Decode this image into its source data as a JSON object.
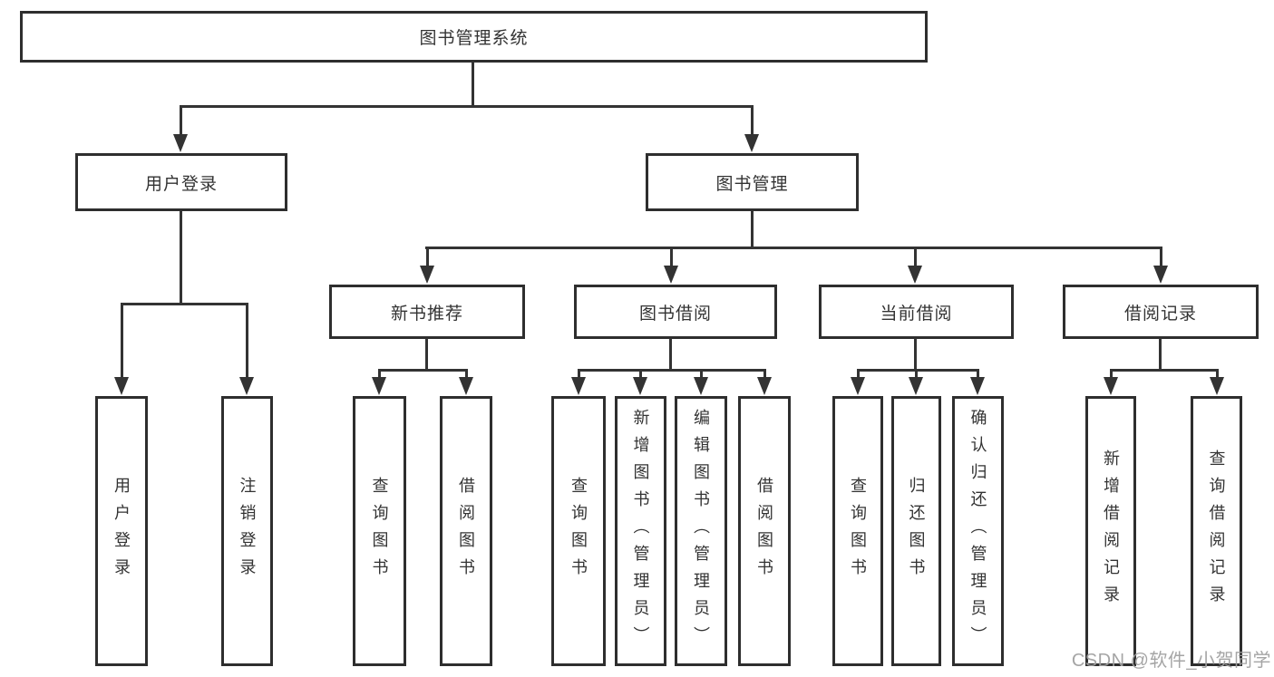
{
  "diagram": {
    "nodes": {
      "root": "图书管理系统",
      "user_login": "用户登录",
      "book_management": "图书管理",
      "new_book_recommend": "新书推荐",
      "book_borrow": "图书借阅",
      "current_borrow": "当前借阅",
      "borrow_record": "借阅记录",
      "leaf_user_login": "用户登录",
      "leaf_logout": "注销登录",
      "leaf_nb_query": "查询图书",
      "leaf_nb_borrow": "借阅图书",
      "leaf_bb_query": "查询图书",
      "leaf_bb_add": "新增图书（管理员）",
      "leaf_bb_edit": "编辑图书（管理员）",
      "leaf_bb_borrow": "借阅图书",
      "leaf_cb_query": "查询图书",
      "leaf_cb_return": "归还图书",
      "leaf_cb_confirm": "确认归还（管理员）",
      "leaf_br_add": "新增借阅记录",
      "leaf_br_query": "查询借阅记录"
    },
    "watermark": "CSDN @软件_小贺同学",
    "colors": {
      "line": "#333333",
      "text": "#333333",
      "background": "#ffffff",
      "watermark": "#a0a0a0"
    }
  }
}
